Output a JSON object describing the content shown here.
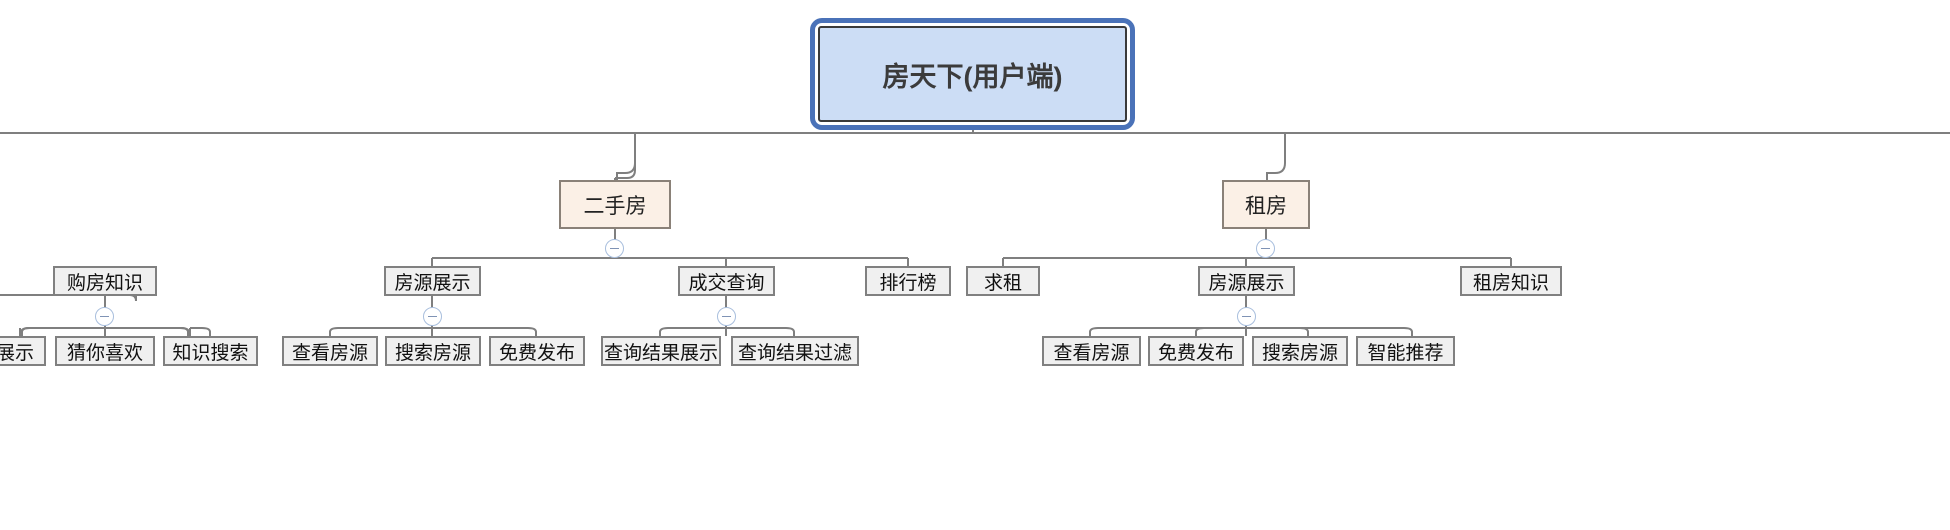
{
  "diagram": {
    "type": "mindmap-tree",
    "title": "房天下(用户端)",
    "background": "#ffffff",
    "colors": {
      "root_fill": "#ccddf5",
      "root_border": "#4a72b8",
      "level2_fill": "#fbf0e6",
      "level2_border": "#8a8178",
      "level3_fill": "#f0f0f0",
      "level3_border": "#808080",
      "edge": "#7f7f7f",
      "toggle_border": "#a8bedd"
    }
  },
  "root": {
    "label": "房天下(用户端)"
  },
  "branches": [
    {
      "label": "二手房",
      "children": [
        {
          "label": "房源展示",
          "children": [
            {
              "label": "查看房源"
            },
            {
              "label": "搜索房源"
            },
            {
              "label": "免费发布"
            }
          ]
        },
        {
          "label": "成交查询",
          "children": [
            {
              "label": "查询结果展示"
            },
            {
              "label": "查询结果过滤"
            }
          ]
        },
        {
          "label": "排行榜",
          "children": []
        }
      ]
    },
    {
      "label": "租房",
      "children": [
        {
          "label": "求租",
          "children": []
        },
        {
          "label": "房源展示",
          "children": [
            {
              "label": "查看房源"
            },
            {
              "label": "免费发布"
            },
            {
              "label": "搜索房源"
            },
            {
              "label": "智能推荐"
            }
          ]
        },
        {
          "label": "租房知识",
          "children": []
        }
      ]
    }
  ],
  "offscreen_left": {
    "note_visible_nodes": true,
    "level3": [
      {
        "label": "购房知识"
      }
    ],
    "leaves": [
      {
        "label": "展示"
      },
      {
        "label": "猜你喜欢"
      },
      {
        "label": "知识搜索"
      }
    ]
  },
  "toggles": [
    {
      "owner": "二手房",
      "state": "expanded",
      "glyph": "minus"
    },
    {
      "owner": "租房",
      "state": "expanded",
      "glyph": "minus"
    },
    {
      "owner": "购房知识",
      "state": "expanded",
      "glyph": "minus"
    },
    {
      "owner": "房源展示-二手房",
      "state": "expanded",
      "glyph": "minus"
    },
    {
      "owner": "成交查询",
      "state": "expanded",
      "glyph": "minus"
    },
    {
      "owner": "房源展示-租房",
      "state": "expanded",
      "glyph": "minus"
    }
  ]
}
